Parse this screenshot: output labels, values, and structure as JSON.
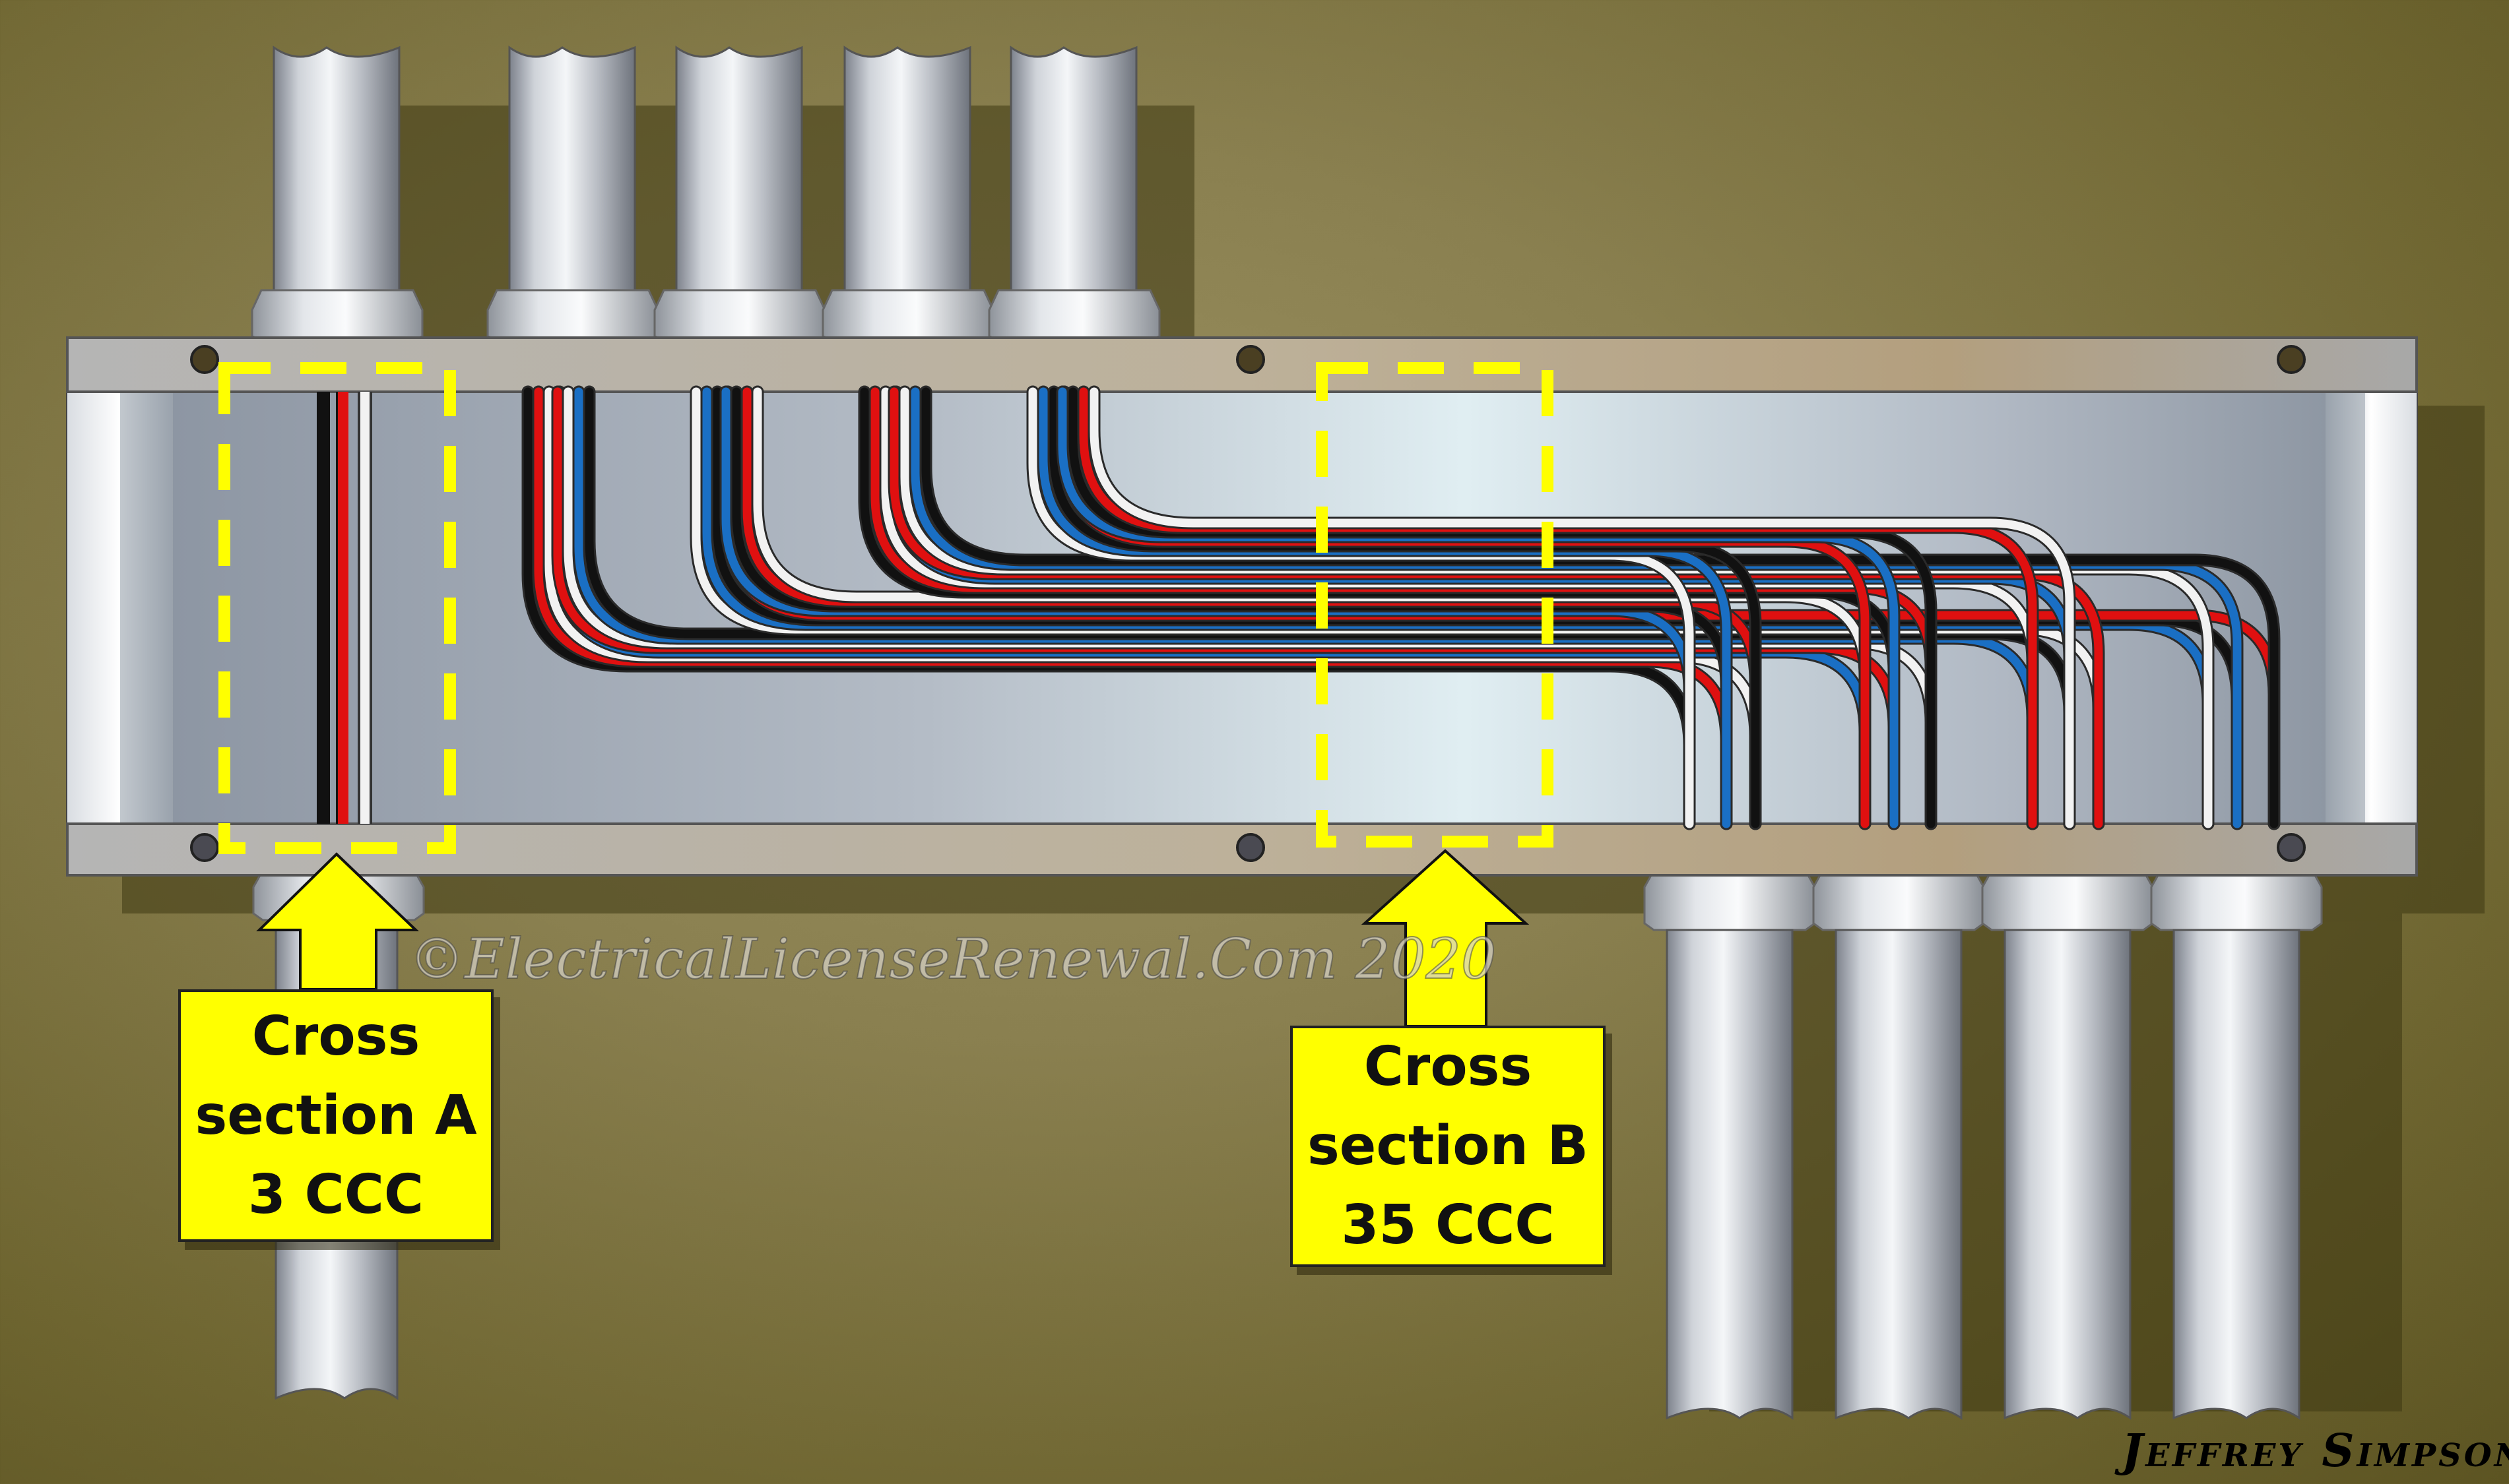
{
  "callouts": {
    "a": {
      "line1": "Cross",
      "line2": "section A",
      "line3": "3 CCC"
    },
    "b": {
      "line1": "Cross",
      "line2": "section B",
      "line3": "35 CCC"
    }
  },
  "watermark": "©ElectricalLicenseRenewal.Com 2020",
  "signature": "Jeffrey Simpson",
  "colors": {
    "background": "#8a8050",
    "highlight_yellow": "#ffff00",
    "wire_black": "#111111",
    "wire_red": "#e01010",
    "wire_white": "#f2f2f2",
    "wire_blue": "#1a6fc4",
    "metal": "#b8bcc4"
  },
  "icons": [
    "conduit-icon",
    "locknut-icon",
    "mounting-screw-icon",
    "arrow-up-icon"
  ]
}
